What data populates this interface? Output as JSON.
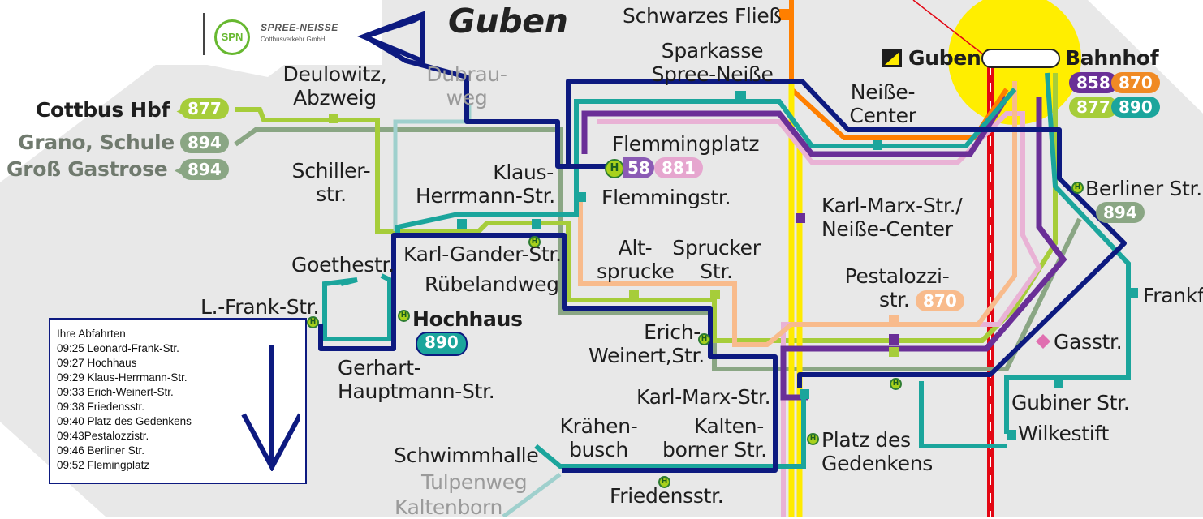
{
  "colors": {
    "c858": "#6a2f97",
    "c870": "#f08a24",
    "c877": "#a6cd3a",
    "c890": "#1ba59c",
    "c894": "#8aa684",
    "c881": "#e6a6cf",
    "route": "#0d1a80",
    "orange": "#ff7f00",
    "yellow": "#ffeb00",
    "peach": "#f8bb8c",
    "pink": "#e9b2d5",
    "lightgreen": "#b8dc5a",
    "rail": "#e30613"
  },
  "logo": {
    "brand": "SPREE-NEISSE",
    "sub": "Cottbusverkehr GmbH",
    "mark": "SPN"
  },
  "title": "Guben",
  "station": {
    "left": "Guben",
    "right": "Bahnhof",
    "lines": [
      "858",
      "870",
      "877",
      "890"
    ]
  },
  "stops": {
    "schwarzes_fliess": "Schwarzes Fließ",
    "sparkasse": [
      "Sparkasse",
      "Spree-Neiße"
    ],
    "neisse_center": [
      "Neiße-",
      "Center"
    ],
    "deulowitz": [
      "Deulowitz,",
      "Abzweig"
    ],
    "dubrauweg": [
      "Dubrau-",
      "weg"
    ],
    "flemmingplatz": "Flemmingplatz",
    "flemmingstr": "Flemmingstr.",
    "schillerstr": [
      "Schiller-",
      "str."
    ],
    "klaus_herrmann": [
      "Klaus-",
      "Herrmann-Str."
    ],
    "karl_marx_neisse": [
      "Karl-Marx-Str./",
      "Neiße-Center"
    ],
    "berliner": "Berliner Str.",
    "goethestr": "Goethestr.",
    "karl_gander": "Karl-Gander-Str.",
    "ruebelandweg": "Rübelandweg",
    "altsprucke": [
      "Alt-",
      "sprucke"
    ],
    "sprucker": [
      "Sprucker",
      "Str."
    ],
    "pestalozzi": [
      "Pestalozzi-",
      "str."
    ],
    "frankf": "Frankf",
    "l_frank": "L.-Frank-Str.",
    "hochhaus": "Hochhaus",
    "erich_weinert": [
      "Erich-",
      "Weinert,Str."
    ],
    "gasstr": "Gasstr.",
    "gerhart": [
      "Gerhart-",
      "Hauptmann-Str."
    ],
    "karl_marx": "Karl-Marx-Str.",
    "gubiner": "Gubiner Str.",
    "wilkestift": "Wilkestift",
    "kraehenbusch": [
      "Krähen-",
      "busch"
    ],
    "kaltenborner": [
      "Kalten-",
      "borner Str."
    ],
    "platz_gedenkens": [
      "Platz des",
      "Gedenkens"
    ],
    "schwimmhalle": "Schwimmhalle",
    "tulpenweg": "Tulpenweg",
    "kaltenborn": "Kaltenborn",
    "friedensstr": "Friedensstr."
  },
  "destinations": [
    {
      "name": "Cottbus Hbf",
      "line": "877",
      "color": "c877"
    },
    {
      "name": "Grano, Schule",
      "line": "894",
      "color": "c894"
    },
    {
      "name": "Groß Gastrose",
      "line": "894",
      "color": "c894"
    }
  ],
  "badges": {
    "flemmingplatz": [
      "58",
      "881"
    ],
    "berliner": "894",
    "pestalozzi": "870",
    "hochhaus": "890"
  },
  "halt_icon": "H",
  "departures": {
    "heading": "Ihre Abfahrten",
    "items": [
      "09:25 Leonard-Frank-Str.",
      "09:27 Hochhaus",
      "09:29 Klaus-Herrmann-Str.",
      "09:33 Erich-Weinert-Str.",
      "09:38 Friedensstr.",
      "09:40 Platz des Gedenkens",
      "09:43Pestalozzistr.",
      "09:46 Berliner Str.",
      "09:52 Flemingplatz"
    ]
  }
}
